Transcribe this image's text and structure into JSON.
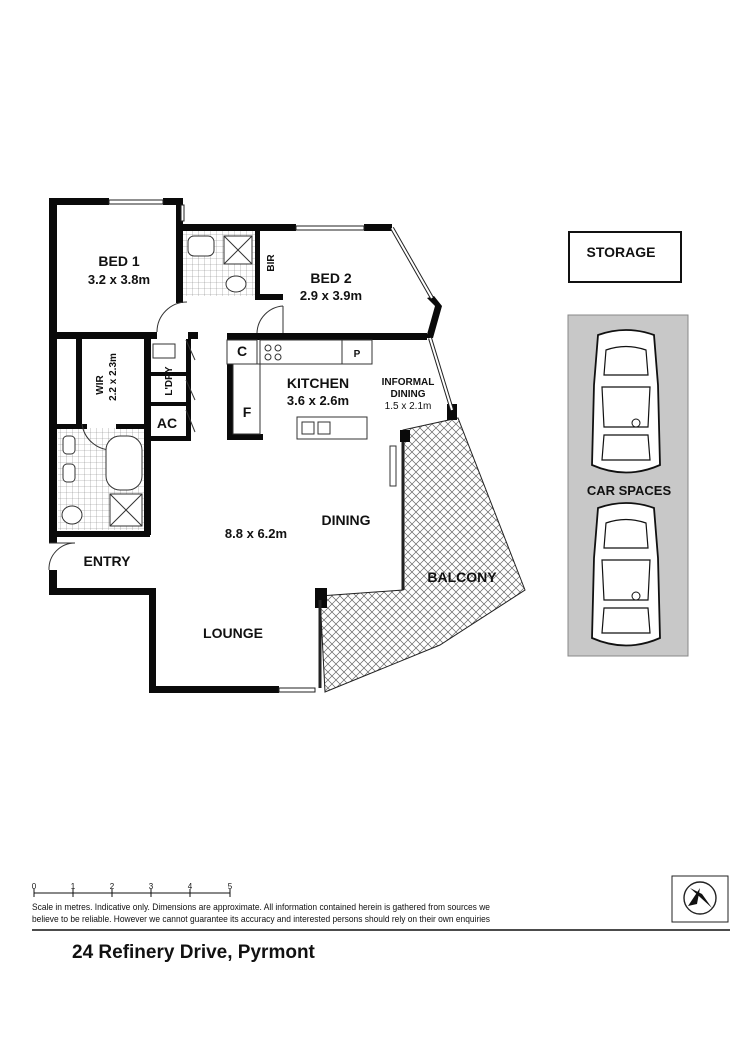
{
  "rooms": {
    "bed1": {
      "name": "BED 1",
      "size": "3.2 x 3.8m"
    },
    "bed2": {
      "name": "BED 2",
      "size": "2.9 x 3.9m"
    },
    "bir": "BIR",
    "wir": {
      "name": "WIR",
      "size": "2.2 x 2.3m"
    },
    "laundry": "L'DRY",
    "ac": "AC",
    "c": "C",
    "p": "P",
    "f": "F",
    "kitchen": {
      "name": "KITCHEN",
      "size": "3.6 x 2.6m"
    },
    "informal_dining": {
      "name_line1": "INFORMAL",
      "name_line2": "DINING",
      "size": "1.5 x 2.1m"
    },
    "living_size": "8.8 x 6.2m",
    "dining": "DINING",
    "entry": "ENTRY",
    "lounge": "LOUNGE",
    "balcony": "BALCONY",
    "storage": "STORAGE",
    "car_spaces": "CAR SPACES"
  },
  "scale": {
    "ticks": [
      "0",
      "1",
      "2",
      "3",
      "4",
      "5"
    ]
  },
  "disclaimer": {
    "line1": "Scale in metres. Indicative only. Dimensions are approximate. All information contained herein is gathered from sources we",
    "line2": "believe to be reliable. However we cannot guarantee its accuracy and interested persons should rely on their own enquiries"
  },
  "address": "24 Refinery Drive, Pyrmont",
  "compass_icon": "north-arrow-icon",
  "colors": {
    "wall": "#0a0a0a",
    "car_panel": "#c8c8c8",
    "hatch": "#666666"
  }
}
